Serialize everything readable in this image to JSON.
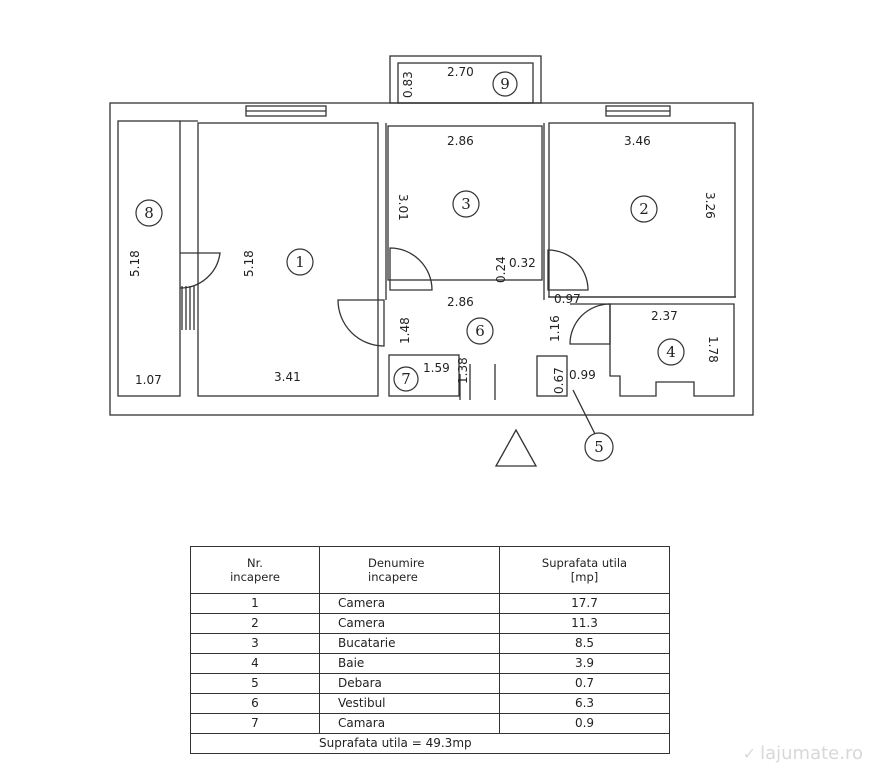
{
  "plan": {
    "rooms": [
      "1",
      "2",
      "3",
      "4",
      "5",
      "6",
      "7",
      "8",
      "9"
    ],
    "dimensions": {
      "d_270": "2.70",
      "d_083": "0.83",
      "d_286_top": "2.86",
      "d_346": "3.46",
      "d_301": "3.01",
      "d_326": "3.26",
      "d_518_left": "5.18",
      "d_518_right": "5.18",
      "d_024": "0.24",
      "d_032": "0.32",
      "d_286_mid": "2.86",
      "d_097": "0.97",
      "d_148": "1.48",
      "d_116": "1.16",
      "d_237": "2.37",
      "d_178": "1.78",
      "d_159": "1.59",
      "d_138": "1.38",
      "d_067": "0.67",
      "d_099": "0.99",
      "d_107": "1.07",
      "d_341": "3.41"
    }
  },
  "table": {
    "header": {
      "col1": [
        "Nr.",
        "incapere"
      ],
      "col2": [
        "Denumire",
        "incapere"
      ],
      "col3": [
        "Suprafata utila",
        "[mp]"
      ]
    },
    "rows": [
      {
        "nr": "1",
        "name": "Camera",
        "area": "17.7"
      },
      {
        "nr": "2",
        "name": "Camera",
        "area": "11.3"
      },
      {
        "nr": "3",
        "name": "Bucatarie",
        "area": "8.5"
      },
      {
        "nr": "4",
        "name": "Baie",
        "area": "3.9"
      },
      {
        "nr": "5",
        "name": "Debara",
        "area": "0.7"
      },
      {
        "nr": "6",
        "name": "Vestibul",
        "area": "6.3"
      },
      {
        "nr": "7",
        "name": "Camara",
        "area": "0.9"
      }
    ],
    "total": "Suprafata utila = 49.3mp"
  },
  "watermark": "lajumate.ro"
}
